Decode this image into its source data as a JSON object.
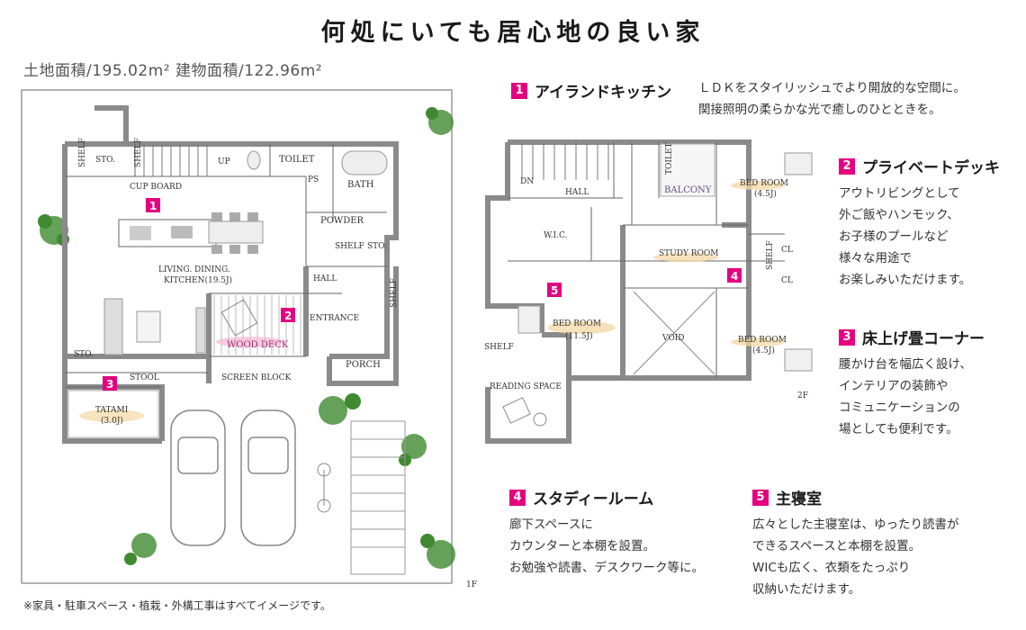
{
  "title": "何処にいても居心地の良い家",
  "area_info": "土地面積/195.02m² 建物面積/122.96m²",
  "footnote": "※家具・駐車スペース・植栽・外構工事はすべてイメージです。",
  "accent_color": "#e4007f",
  "floor1": {
    "floor_label": "1F",
    "rooms": {
      "sto_top": "STO.",
      "shelf_top": "SHELF",
      "shelf_left": "SHELF",
      "up": "UP",
      "toilet": "TOILET",
      "bath": "BATH",
      "ps": "PS",
      "cup_board": "CUP BOARD",
      "powder": "POWDER",
      "shelf_powder": "SHELF",
      "sto_powder": "STO.",
      "ldk": "LIVING. DINING.",
      "ldk2": "KITCHEN(19.5J)",
      "hall": "HALL",
      "entrance": "ENTRANCE",
      "shelf_entrance": "SHELF",
      "wood_deck": "WOOD DECK",
      "screen_block": "SCREEN BLOCK",
      "porch": "PORCH",
      "sto_left": "STO.",
      "stool": "STOOL",
      "tatami": "TATAMI",
      "tatami_size": "(3.0J)"
    },
    "badges": [
      "1",
      "2",
      "3"
    ]
  },
  "floor2": {
    "floor_label": "2F",
    "rooms": {
      "dn": "DN",
      "hall": "HALL",
      "toilet": "TOILET",
      "balcony": "BALCONY",
      "bed1": "BED ROOM",
      "bed1_size": "(4.5J)",
      "wic": "W.I.C.",
      "study": "STUDY ROOM",
      "cl1": "CL",
      "cl2": "CL",
      "shelf_study": "SHELF",
      "bed_main": "BED ROOM",
      "bed_main_size": "(11.5J)",
      "void": "VOID",
      "bed2": "BED ROOM",
      "bed2_size": "(4.5J)",
      "shelf_left": "SHELF",
      "reading": "READING SPACE"
    },
    "badges": [
      "5",
      "4"
    ]
  },
  "features": [
    {
      "num": "1",
      "title": "アイランドキッチン",
      "desc": "ＬＤＫをスタイリッシュでより開放的な空間に。\n関接照明の柔らかな光で癒しのひとときを。"
    },
    {
      "num": "2",
      "title": "プライベートデッキ",
      "desc": "アウトリビングとして\n外ご飯やハンモック、\nお子様のプールなど\n様々な用途で\nお楽しみいただけます。"
    },
    {
      "num": "3",
      "title": "床上げ畳コーナー",
      "desc": "腰かけ台を幅広く設け、\nインテリアの装飾や\nコミュニケーションの\n場としても便利です。"
    },
    {
      "num": "4",
      "title": "スタディールーム",
      "desc": "廊下スペースに\nカウンターと本棚を設置。\nお勉強や読書、デスクワーク等に。"
    },
    {
      "num": "5",
      "title": "主寝室",
      "desc": "広々とした主寝室は、ゆったり読書が\nできるスペースと本棚を設置。\nWICも広く、衣類をたっぷり\n収納いただけます。"
    }
  ]
}
